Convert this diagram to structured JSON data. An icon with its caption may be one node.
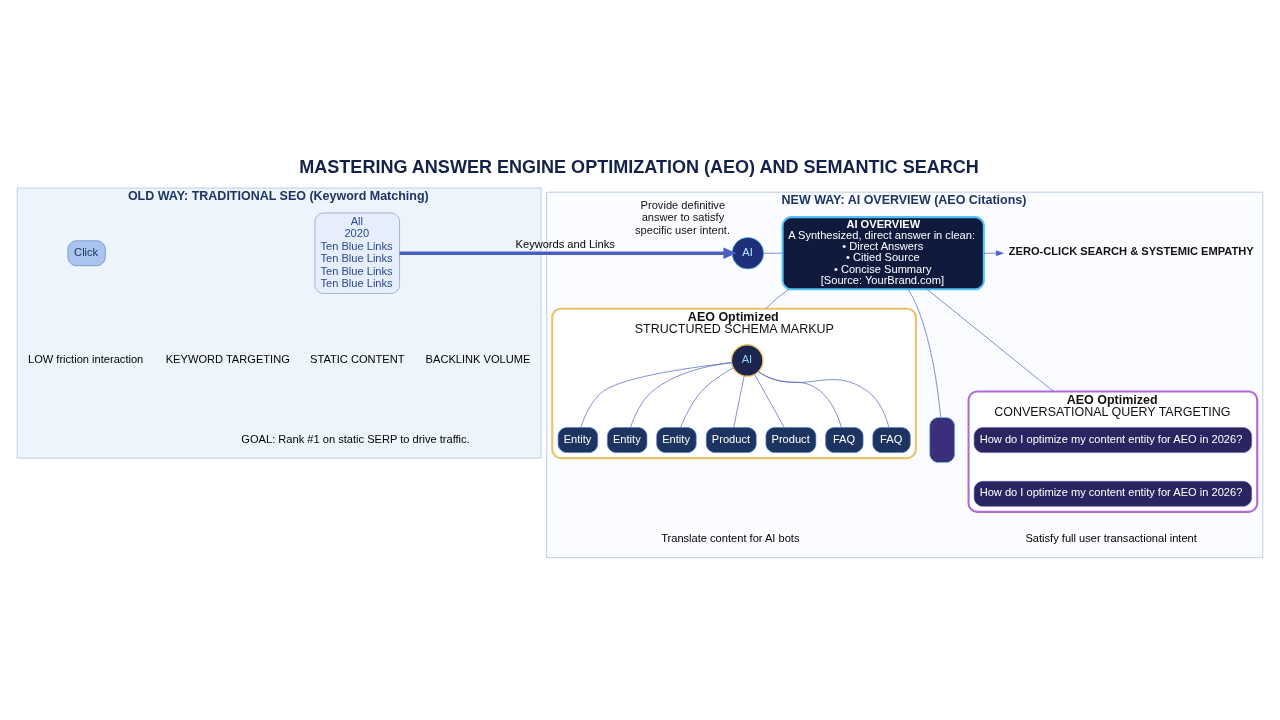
{
  "diagram": {
    "title": "MASTERING ANSWER ENGINE OPTIMIZATION (AEO) AND SEMANTIC SEARCH",
    "nodes": [
      {
        "text": [
          "OLD WAY: TRADITIONAL SEO (Keyword Matching)"
        ]
      },
      {
        "text": [
          "All",
          "2020",
          "Ten Blue Links",
          "Ten Blue Links",
          "Ten Blue Links",
          "Ten Blue Links"
        ],
        "in": 0
      },
      {
        "text": [
          "Click"
        ],
        "in": 0
      },
      {
        "text": [
          "NEW WAY: AI OVERVIEW (AEO Citations)"
        ]
      },
      {
        "text": [
          "AI"
        ],
        "in": 3,
        "beside": [
          "Provide definitive answer to satisfy specific user intent."
        ]
      },
      {
        "text": [
          "AI OVERVIEW",
          "A Synthesized, direct answer in clean:",
          "• Direct Answers",
          "• Citied Source",
          "• Concise Summary",
          "[Source: YourBrand.com]"
        ],
        "in": 3
      },
      {
        "text": [
          "ZERO-CLICK SEARCH & SYSTEMIC EMPATHY"
        ],
        "in": 3
      },
      {
        "text": [
          "AEO Optimized",
          "STRUCTURED SCHEMA MARKUP"
        ],
        "in": 3
      },
      {
        "text": [
          "AI"
        ],
        "in": 7
      },
      {
        "text": [
          "Entity"
        ],
        "in": 7
      },
      {
        "text": [
          "Entity"
        ],
        "in": 7
      },
      {
        "text": [
          "Entity"
        ],
        "in": 7
      },
      {
        "text": [
          "Product"
        ],
        "in": 7
      },
      {
        "text": [
          "Product"
        ],
        "in": 7
      },
      {
        "text": [
          "FAQ"
        ],
        "in": 7
      },
      {
        "text": [
          "FAQ"
        ],
        "in": 7
      },
      {
        "text": [],
        "shape": "box",
        "in": 3
      },
      {
        "text": [
          "AEO Optimized",
          "CONVERSATIONAL QUERY TARGETING"
        ],
        "in": 3
      },
      {
        "text": [
          "How do I optimize my content entity for AEO in 2026?"
        ],
        "in": 17
      },
      {
        "text": [
          "How do I optimize my content entity for AEO in 2026?"
        ],
        "in": 17
      }
    ],
    "edges": [
      {
        "from": 1,
        "to": 4,
        "arrow": "to",
        "label": "Keywords and Links",
        "style": "thick"
      },
      {
        "from": 4,
        "to": 5,
        "arrow": "none"
      },
      {
        "from": 5,
        "to": 6,
        "arrow": "to"
      },
      {
        "from": 5,
        "to": 7,
        "arrow": "none"
      },
      {
        "from": 5,
        "to": 16,
        "arrow": "none"
      },
      {
        "from": 5,
        "to": 17,
        "arrow": "none"
      },
      {
        "from": 8,
        "to": 9,
        "arrow": "none"
      },
      {
        "from": 8,
        "to": 10,
        "arrow": "none"
      },
      {
        "from": 8,
        "to": 11,
        "arrow": "none"
      },
      {
        "from": 8,
        "to": 12,
        "arrow": "none"
      },
      {
        "from": 8,
        "to": 13,
        "arrow": "none"
      },
      {
        "from": 8,
        "to": 14,
        "arrow": "none"
      },
      {
        "from": 8,
        "to": 15,
        "arrow": "none"
      }
    ],
    "labels": [
      "LOW friction interaction",
      "KEYWORD TARGETING",
      "STATIC CONTENT",
      "BACKLINK VOLUME",
      "GOAL: Rank #1 on static SERP to drive traffic.",
      "Translate content for AI bots",
      "Satisfy full user transactional intent"
    ]
  }
}
